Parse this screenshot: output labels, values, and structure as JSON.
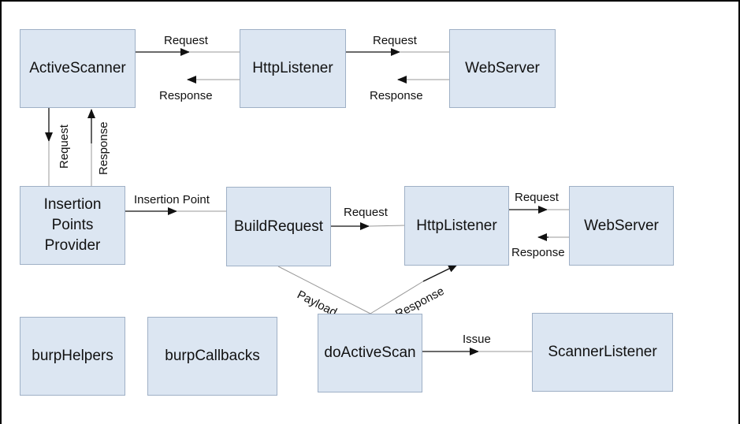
{
  "nodes": {
    "active_scanner": "ActiveScanner",
    "http_listener_top": "HttpListener",
    "web_server_top": "WebServer",
    "insertion_points_provider": [
      "Insertion",
      "Points",
      "Provider"
    ],
    "build_request": "BuildRequest",
    "http_listener_mid": "HttpListener",
    "web_server_mid": "WebServer",
    "burp_helpers": "burpHelpers",
    "burp_callbacks": "burpCallbacks",
    "do_active_scan": "doActiveScan",
    "scanner_listener": "ScannerListener"
  },
  "edges": {
    "as_to_hl_request": "Request",
    "hl_to_as_response": "Response",
    "hl_to_ws_request": "Request",
    "ws_to_hl_response": "Response",
    "as_down_request": "Request",
    "as_up_response": "Response",
    "ipp_to_br": "Insertion Point",
    "br_to_hl_request": "Request",
    "hl_to_ws_mid_request": "Request",
    "ws_to_hl_mid_response": "Response",
    "payload": "Payload",
    "response_diag": "Response",
    "issue": "Issue"
  }
}
